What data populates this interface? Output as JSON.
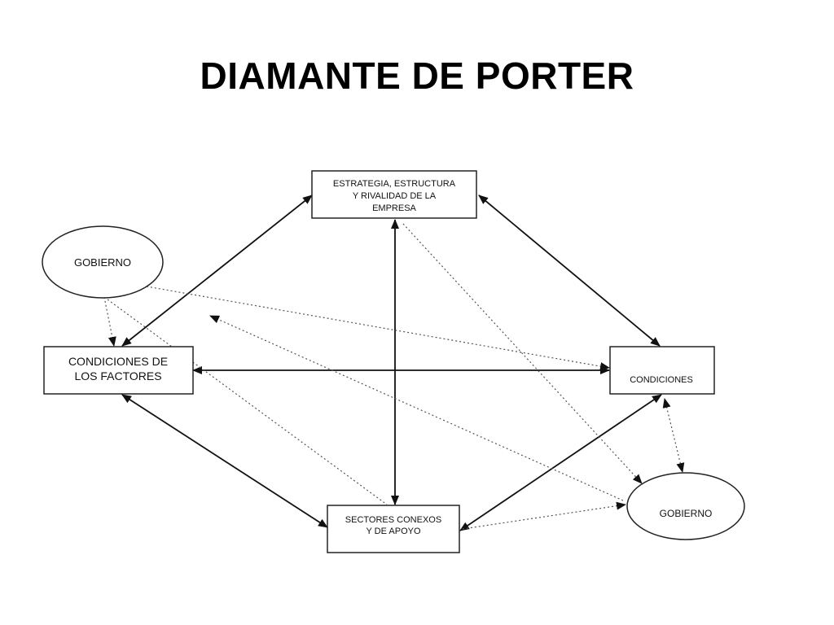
{
  "slide": {
    "title": "DIAMANTE DE PORTER"
  },
  "diagram": {
    "nodes": {
      "estrategia": [
        "ESTRATEGIA, ESTRUCTURA",
        "Y RIVALIDAD DE LA",
        "EMPRESA"
      ],
      "factores": [
        "CONDICIONES DE",
        "LOS FACTORES"
      ],
      "condiciones": [
        "CONDICIONES"
      ],
      "sectores": [
        "SECTORES CONEXOS",
        "Y DE APOYO"
      ],
      "gobierno_top": [
        "GOBIERNO"
      ],
      "gobierno_bottom": [
        "GOBIERNO"
      ]
    },
    "colors": {
      "line": "#111111",
      "dotted_line": "#555555",
      "border": "#222222"
    }
  }
}
